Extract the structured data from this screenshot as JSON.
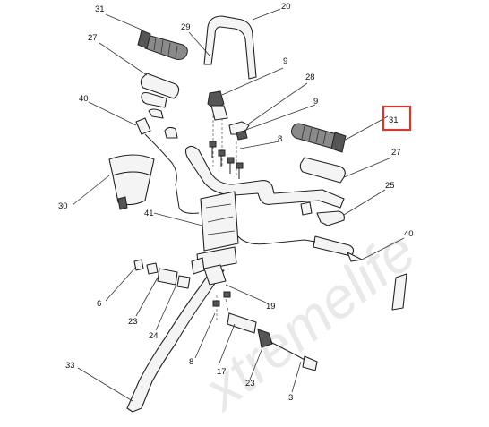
{
  "watermark": "xtremelife",
  "highlight_color": "#d23b2f",
  "callouts": [
    {
      "id": "c31a",
      "label": "31"
    },
    {
      "id": "c20",
      "label": "20"
    },
    {
      "id": "c27a",
      "label": "27"
    },
    {
      "id": "c29",
      "label": "29"
    },
    {
      "id": "c9a",
      "label": "9"
    },
    {
      "id": "c28",
      "label": "28"
    },
    {
      "id": "c40a",
      "label": "40"
    },
    {
      "id": "c9b",
      "label": "9"
    },
    {
      "id": "c8a",
      "label": "8"
    },
    {
      "id": "c31b",
      "label": "31"
    },
    {
      "id": "c27b",
      "label": "27"
    },
    {
      "id": "c30",
      "label": "30"
    },
    {
      "id": "c25",
      "label": "25"
    },
    {
      "id": "c41",
      "label": "41"
    },
    {
      "id": "c40b",
      "label": "40"
    },
    {
      "id": "c6",
      "label": "6"
    },
    {
      "id": "c19",
      "label": "19"
    },
    {
      "id": "c23a",
      "label": "23"
    },
    {
      "id": "c24",
      "label": "24"
    },
    {
      "id": "c8b",
      "label": "8"
    },
    {
      "id": "c33",
      "label": "33"
    },
    {
      "id": "c17",
      "label": "17"
    },
    {
      "id": "c23b",
      "label": "23"
    },
    {
      "id": "c3",
      "label": "3"
    }
  ]
}
